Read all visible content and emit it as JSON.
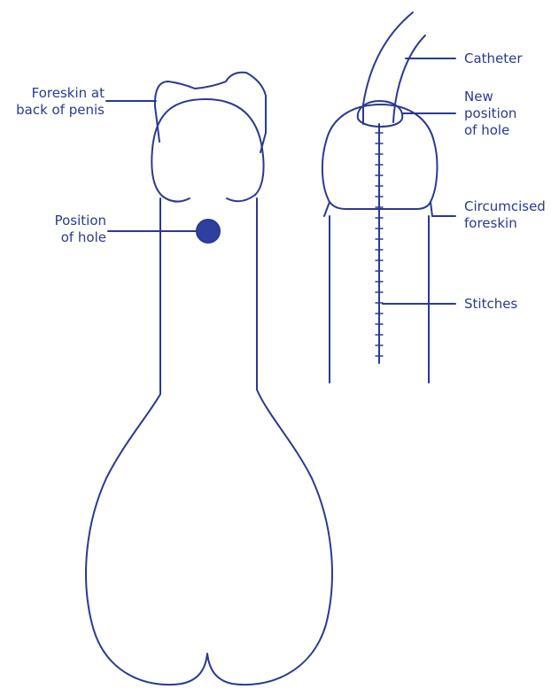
{
  "colors": {
    "line": "#2b3a8f",
    "hole": "#2f3f9e",
    "background": "#ffffff"
  },
  "labels": {
    "foreskin_back": [
      "Foreskin at",
      "back of penis"
    ],
    "position_of_hole": [
      "Position",
      "of hole"
    ],
    "catheter": [
      "Catheter"
    ],
    "new_position": [
      "New",
      "position",
      "of hole"
    ],
    "circumcised_foreskin": [
      "Circumcised",
      "foreskin"
    ],
    "stitches": [
      "Stitches"
    ]
  }
}
